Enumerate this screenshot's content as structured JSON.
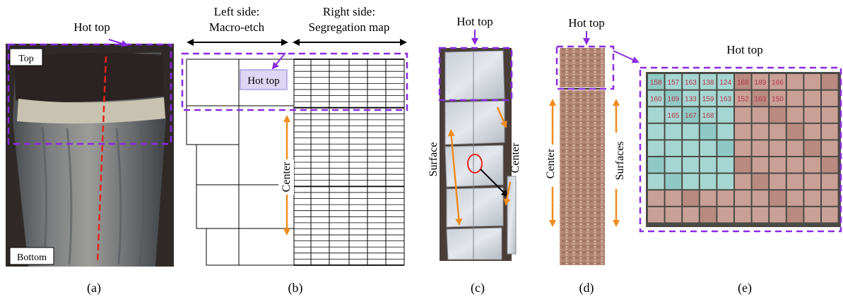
{
  "panels": {
    "a": {
      "caption": "(a)",
      "hot_top": "Hot top",
      "top": "Top",
      "bottom": "Bottom"
    },
    "b": {
      "caption": "(b)",
      "left_title_1": "Left side:",
      "left_title_2": "Macro-etch",
      "right_title_1": "Right side:",
      "right_title_2": "Segregation map",
      "hot_top_box": "Hot top",
      "center": "Center"
    },
    "c": {
      "caption": "(c)",
      "hot_top": "Hot top",
      "surface": "Surface",
      "center": "Center"
    },
    "d": {
      "caption": "(d)",
      "hot_top": "Hot top",
      "center": "Center",
      "surfaces": "Surfaces"
    },
    "e": {
      "caption": "(e)",
      "hot_top": "Hot top",
      "sample_numbers": [
        "158",
        "157",
        "163",
        "138",
        "124",
        "168",
        "189",
        "166",
        "160",
        "169",
        "133",
        "159",
        "163",
        "152",
        "163",
        "150",
        "165",
        "167",
        "168"
      ]
    }
  },
  "colors": {
    "dashed_box": "#8a2be2",
    "arrow_orange": "#f08c1e",
    "red_line": "#e8231e",
    "hot_top_fill": "#ddd6f4",
    "hot_top_stroke": "#8a7bd8"
  }
}
